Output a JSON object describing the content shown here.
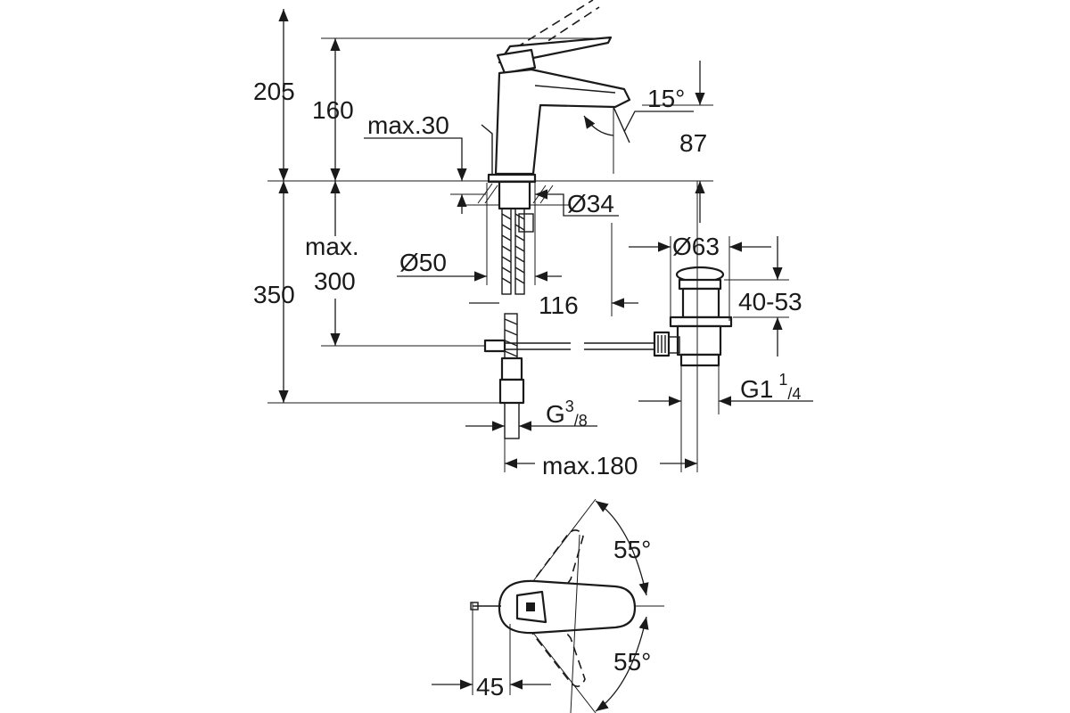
{
  "drawing": {
    "labels": {
      "h205": "205",
      "h160": "160",
      "max30": "max.30",
      "angle15": "15°",
      "h87": "87",
      "d34": "Ø34",
      "d63": "Ø63",
      "max_a": "max.",
      "max_b": "300",
      "d50": "Ø50",
      "h350": "350",
      "w116": "116",
      "r4053": "40-53",
      "g38_base": "G",
      "g38_num": "3",
      "g38_den": "/8",
      "g114_base": "G1",
      "g114_num": "1",
      "g114_den": "/4",
      "max180": "max.180",
      "ang55_top": "55°",
      "ang55_bot": "55°",
      "w45": "45"
    }
  }
}
